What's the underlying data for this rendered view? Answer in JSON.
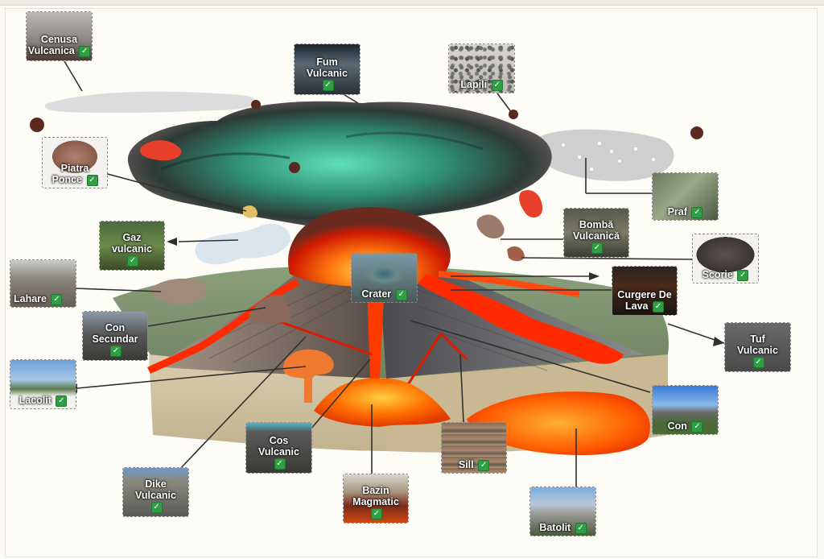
{
  "check_mark": "✓",
  "labels": [
    {
      "id": "cenusa",
      "lines": [
        "Cenusa",
        "Vulcanica"
      ],
      "photo": "ash-photo"
    },
    {
      "id": "fum",
      "lines": [
        "Fum",
        "Vulcanic"
      ],
      "photo": "smoke-photo"
    },
    {
      "id": "lapili",
      "lines": [
        "Lapili"
      ],
      "photo": "lapilli-photo"
    },
    {
      "id": "piatra",
      "lines": [
        "Piatra",
        "Ponce"
      ],
      "photo": "pumice-photo"
    },
    {
      "id": "praf",
      "lines": [
        "Praf"
      ],
      "photo": "dust-photo"
    },
    {
      "id": "gaz",
      "lines": [
        "Gaz",
        "vulcanic"
      ],
      "photo": "gas-photo"
    },
    {
      "id": "bomba",
      "lines": [
        "Bombă",
        "Vulcanică"
      ],
      "photo": "bomb-photo"
    },
    {
      "id": "scorie",
      "lines": [
        "Scorie"
      ],
      "photo": "scoria-photo"
    },
    {
      "id": "lahare",
      "lines": [
        "Lahare"
      ],
      "photo": "lahar-photo"
    },
    {
      "id": "crater",
      "lines": [
        "Crater"
      ],
      "photo": "crater-photo"
    },
    {
      "id": "curgere",
      "lines": [
        "Curgere De",
        "Lava"
      ],
      "photo": "lava-flow-photo"
    },
    {
      "id": "con_secundar",
      "lines": [
        "Con",
        "Secundar"
      ],
      "photo": "secondary-cone-photo"
    },
    {
      "id": "tuf",
      "lines": [
        "Tuf",
        "Vulcanic"
      ],
      "photo": "tuff-photo"
    },
    {
      "id": "lacolit",
      "lines": [
        "Lacolit"
      ],
      "photo": "laccolith-photo"
    },
    {
      "id": "con",
      "lines": [
        "Con"
      ],
      "photo": "cone-photo"
    },
    {
      "id": "cos",
      "lines": [
        "Cos",
        "Vulcanic"
      ],
      "photo": "vent-photo"
    },
    {
      "id": "sill",
      "lines": [
        "Sill"
      ],
      "photo": "sill-photo"
    },
    {
      "id": "dike",
      "lines": [
        "Dike",
        "Vulcanic"
      ],
      "photo": "dike-photo"
    },
    {
      "id": "bazin",
      "lines": [
        "Bazin",
        "Magmatic"
      ],
      "photo": "magma-chamber-photo"
    },
    {
      "id": "batolit",
      "lines": [
        "Batolit"
      ],
      "photo": "batholith-photo"
    }
  ],
  "colors": {
    "lava": "#ff2a00",
    "magma_glow": "#ff8a1a",
    "ash_cloud": "#3fae8a",
    "check": "#2ea043"
  }
}
